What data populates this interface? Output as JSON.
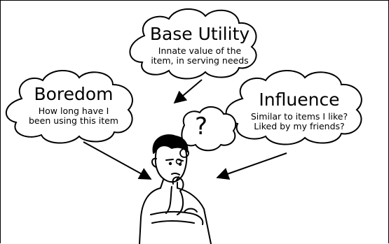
{
  "nodes": [
    {
      "id": "base_utility",
      "title": "Base Utility",
      "description_lines": [
        "Innate value of the",
        "item, in serving needs"
      ]
    },
    {
      "id": "boredom",
      "title": "Boredom",
      "description_lines": [
        "How long have I",
        "been using this item"
      ]
    },
    {
      "id": "influence",
      "title": "Influence",
      "description_lines": [
        "Similar to items I like?",
        "Liked by my friends?"
      ]
    }
  ],
  "thought_bubble": {
    "symbol": "?"
  },
  "edges": [
    {
      "from": "base_utility",
      "to": "person"
    },
    {
      "from": "boredom",
      "to": "person"
    },
    {
      "from": "influence",
      "to": "person"
    }
  ],
  "person": {
    "icon": "thinking-person-icon"
  }
}
